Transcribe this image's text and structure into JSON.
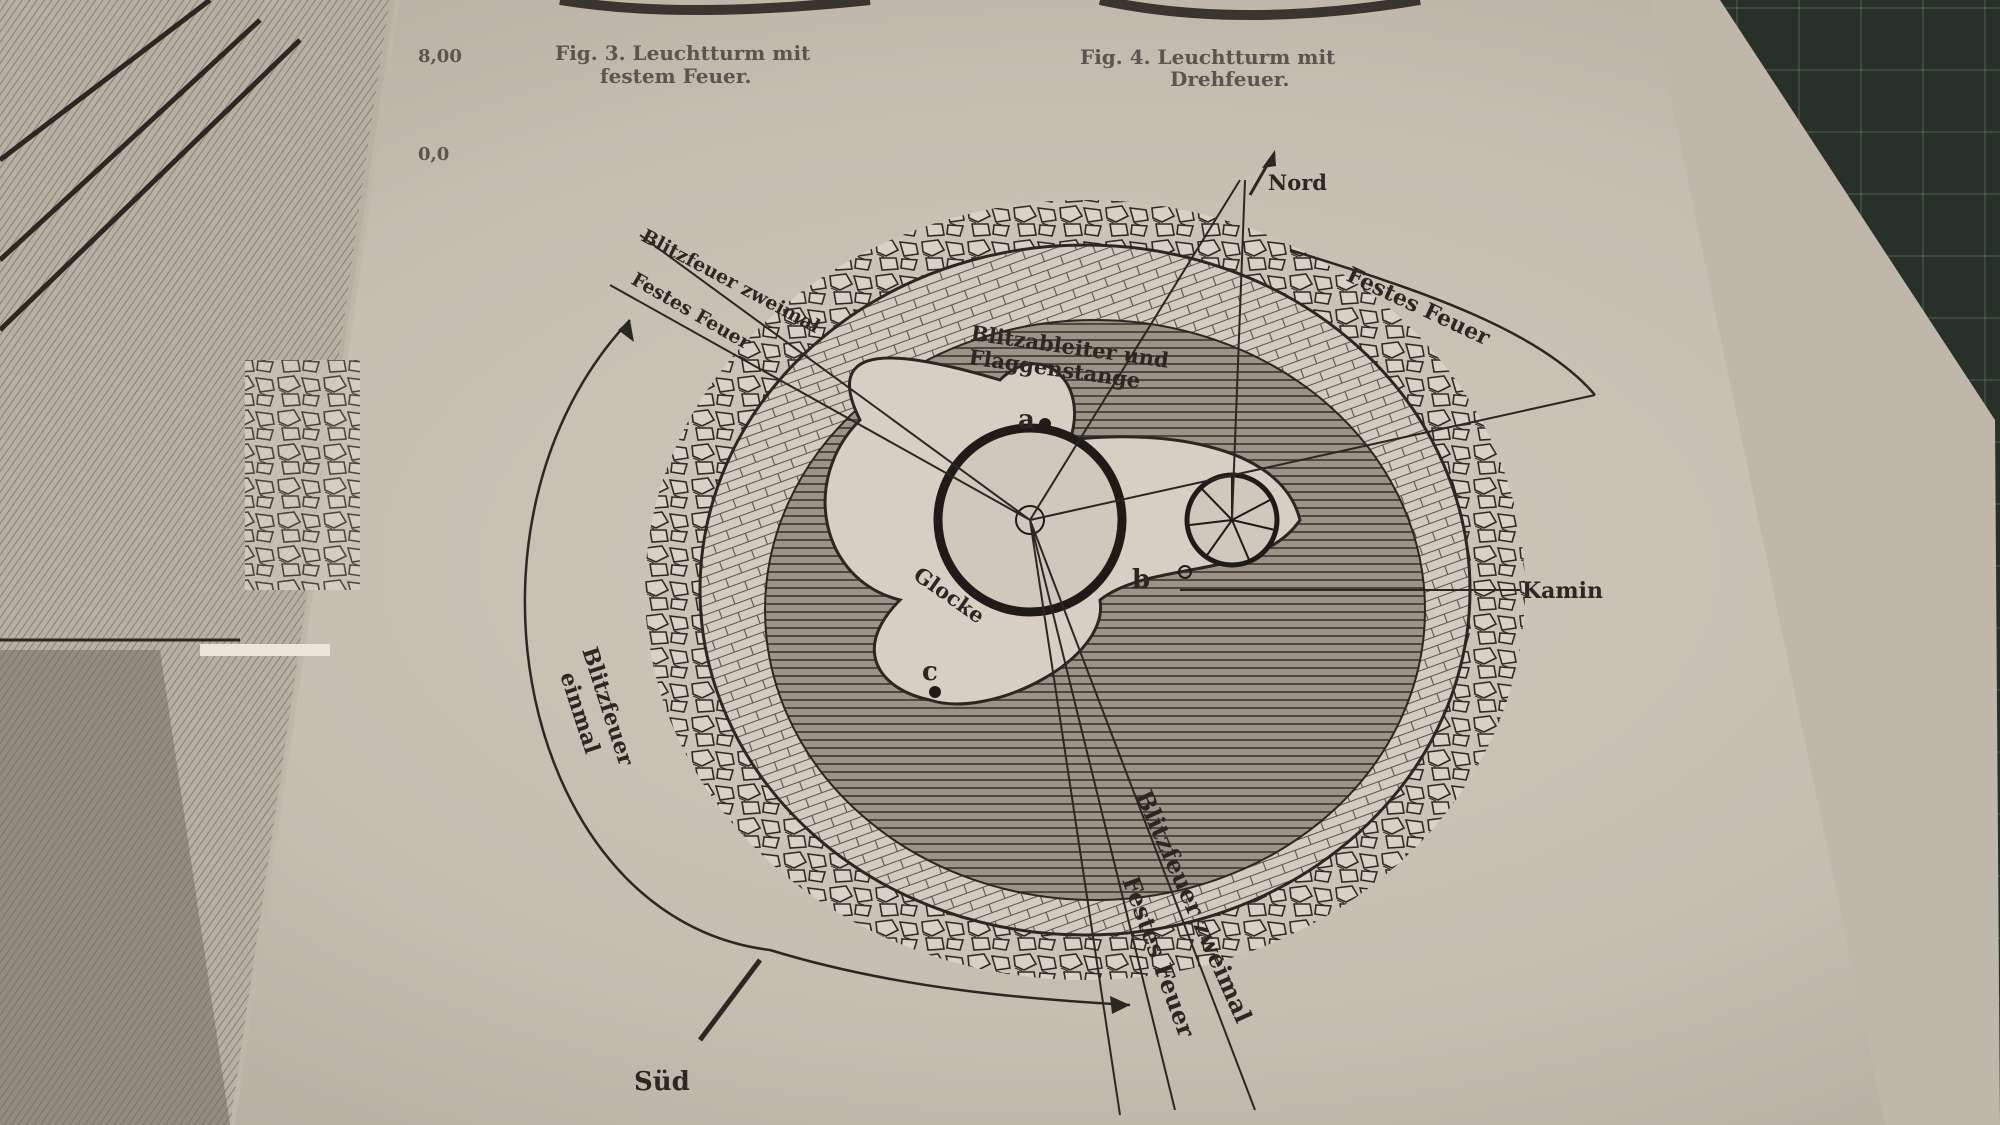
{
  "figure": {
    "caption_fig3": [
      "Fig. 3. Leuchtturm mit",
      "festem Feuer."
    ],
    "caption_fig4": [
      "Fig. 4. Leuchtturm mit",
      "Drehfeuer."
    ],
    "scale_marks": [
      "8,00",
      "0,0"
    ],
    "labels": {
      "nord": "Nord",
      "sued": "Süd",
      "kamin": "Kamin",
      "glocke": "Glocke",
      "blitzableiter": [
        "Blitzableiter und",
        "Flaggenstange"
      ],
      "festes_feuer_ne": "Festes Feuer",
      "blitzfeuer_zweimal_nw": "Blitzfeuer zweimal",
      "festes_feuer_nw": "Festes Feuer",
      "blitzfeuer_einmal": [
        "Blitzfeuer",
        "einmal"
      ],
      "blitzfeuer_zweimal_s": "Blitzfeuer zweimal",
      "festes_feuer_s": "Festes Feuer",
      "point_a": "a",
      "point_b": "b",
      "point_c": "c"
    }
  },
  "colors": {
    "paper": "#c9c2b5",
    "ink": "#2b2723",
    "mat": "#28302a"
  }
}
